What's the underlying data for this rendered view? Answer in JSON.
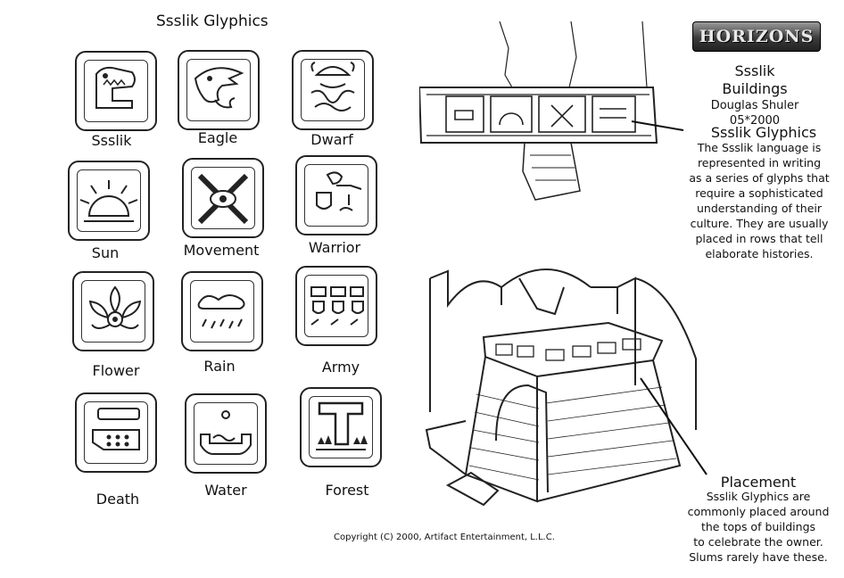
{
  "page": {
    "title": "Ssslik Glyphics",
    "copyright": "Copyright (C) 2000, Artifact Entertainment, L.L.C."
  },
  "logo": {
    "text": "HORIZONS"
  },
  "sheet": {
    "title": "Ssslik Buildings",
    "author": "Douglas Shuler",
    "date": "05*2000"
  },
  "glyphs": [
    {
      "label": "Ssslik",
      "icon": "ssslik-glyph-icon"
    },
    {
      "label": "Eagle",
      "icon": "eagle-glyph-icon"
    },
    {
      "label": "Dwarf",
      "icon": "dwarf-glyph-icon"
    },
    {
      "label": "Sun",
      "icon": "sun-glyph-icon"
    },
    {
      "label": "Movement",
      "icon": "movement-glyph-icon"
    },
    {
      "label": "Warrior",
      "icon": "warrior-glyph-icon"
    },
    {
      "label": "Flower",
      "icon": "flower-glyph-icon"
    },
    {
      "label": "Rain",
      "icon": "rain-glyph-icon"
    },
    {
      "label": "Army",
      "icon": "army-glyph-icon"
    },
    {
      "label": "Death",
      "icon": "death-glyph-icon"
    },
    {
      "label": "Water",
      "icon": "water-glyph-icon"
    },
    {
      "label": "Forest",
      "icon": "forest-glyph-icon"
    }
  ],
  "glyphics_note": {
    "heading": "Ssslik Glyphics",
    "lines": [
      "The Ssslik language is",
      "represented in writing",
      "as a series of glyphs that",
      "require a sophisticated",
      "understanding of their",
      "culture.  They are usually",
      "placed in rows that tell",
      "elaborate histories."
    ]
  },
  "placement_note": {
    "heading": "Placement",
    "lines": [
      "Ssslik Glyphics are",
      "commonly placed around",
      "the tops of buildings",
      "to celebrate the owner.",
      "Slums rarely have these."
    ]
  },
  "colors": {
    "ink": "#111111",
    "paper": "#ffffff",
    "logo_dark": "#202020"
  }
}
